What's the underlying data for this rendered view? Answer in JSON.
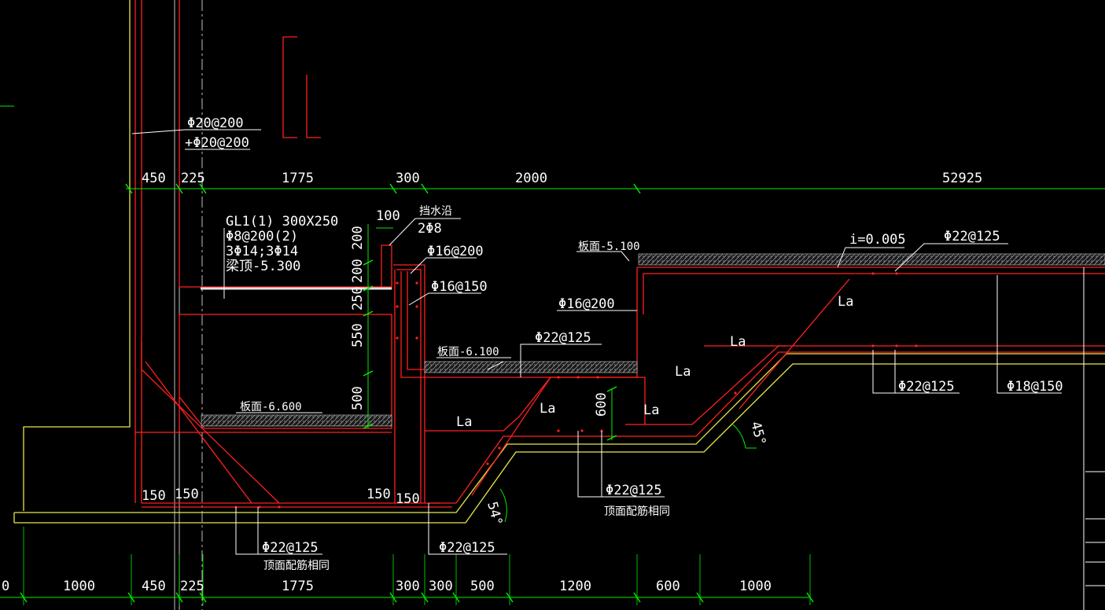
{
  "rebar_labels": {
    "wall_vertical_1": "Φ20@200",
    "wall_vertical_2": "+Φ20@200",
    "beam_line_1": "GL1(1) 300X250",
    "beam_line_2": "Φ8@200(2)",
    "beam_line_3": "3Φ14;3Φ14",
    "beam_line_4": "梁顶-5.300",
    "water_stop": "挡水沿",
    "water_stop_bars": "2Φ8",
    "upstand_1": "Φ16@200",
    "upstand_2": "Φ16@150",
    "wall2_bars": "Φ16@200",
    "mid_slab_bars": "Φ22@125",
    "slope": "i=0.005",
    "top_slab_bars": "Φ22@125",
    "right_bottom_bars": "Φ22@125",
    "right_stirrups": "Φ18@150",
    "bottom_left_bars": "Φ22@125",
    "bottom_left_note": "顶面配筋相同",
    "bottom_mid_bars": "Φ22@125",
    "pit_bars": "Φ22@125",
    "pit_note": "顶面配筋相同"
  },
  "elevations": {
    "top": "板面-5.100",
    "middle": "板面-6.100",
    "bottom": "板面-6.600"
  },
  "anchorage": {
    "label": "La"
  },
  "angles": {
    "left_slope": "54°",
    "right_slope": "45°"
  },
  "top_dims": [
    "450",
    "225",
    "1775",
    "300",
    "2000",
    "52925"
  ],
  "bottom_dims": [
    "0",
    "1000",
    "450",
    "225",
    "1775",
    "300",
    "300",
    "500",
    "1200",
    "600",
    "1000"
  ],
  "vertical_dims": [
    "200",
    "200",
    "250",
    "550",
    "500"
  ],
  "misc_dims": {
    "water_stop_width": "100",
    "pit_depth": "600",
    "cover_1": "150",
    "cover_2": "150",
    "cover_3": "150",
    "cover_4": "150"
  },
  "colors": {
    "rebar": "#ff2020",
    "concrete_outline": "#e8e84a",
    "dimension": "#00ee00",
    "text": "#ffffff",
    "background": "#000000"
  }
}
